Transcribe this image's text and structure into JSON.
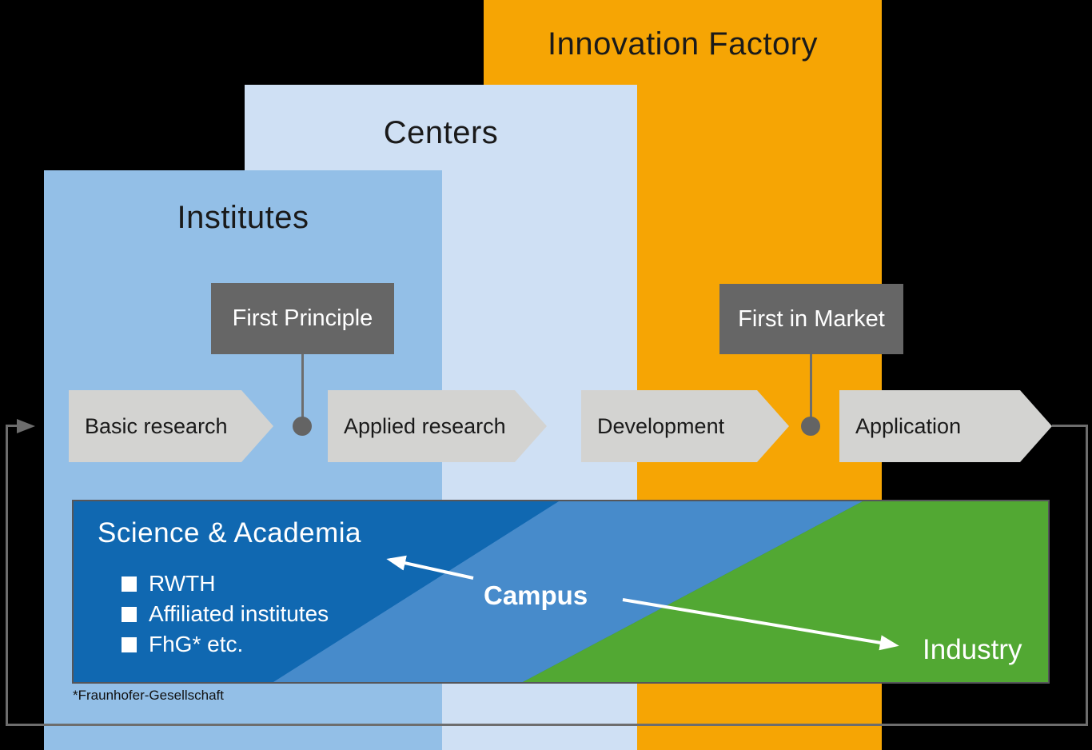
{
  "colors": {
    "bg": "#000000",
    "orange": "#F6A504",
    "centers_blue": "#CFE0F4",
    "institutes_blue": "#93BFE7",
    "arrow_gray": "#D3D3D1",
    "box_gray": "#666666",
    "line_gray": "#6D6D6D",
    "circle_gray": "#646464",
    "science_blue": "#1068B1",
    "campus_blue": "#478BCB",
    "industry_green": "#52A833",
    "band_border": "#55565A",
    "text_dark": "#1A1A1A"
  },
  "layers": {
    "innovation_factory": {
      "title": "Innovation Factory"
    },
    "centers": {
      "title": "Centers"
    },
    "institutes": {
      "title": "Institutes"
    }
  },
  "pipeline": {
    "stages": [
      {
        "label": "Basic research"
      },
      {
        "label": "Applied research"
      },
      {
        "label": "Development"
      },
      {
        "label": "Application"
      }
    ]
  },
  "milestones": [
    {
      "label": "First Principle"
    },
    {
      "label": "First in Market"
    }
  ],
  "band": {
    "science": {
      "title": "Science & Academia",
      "bullets": [
        "RWTH",
        "Affiliated institutes",
        "FhG* etc."
      ]
    },
    "campus": {
      "label": "Campus"
    },
    "industry": {
      "label": "Industry"
    }
  },
  "footnote": "*Fraunhofer-Gesellschaft"
}
